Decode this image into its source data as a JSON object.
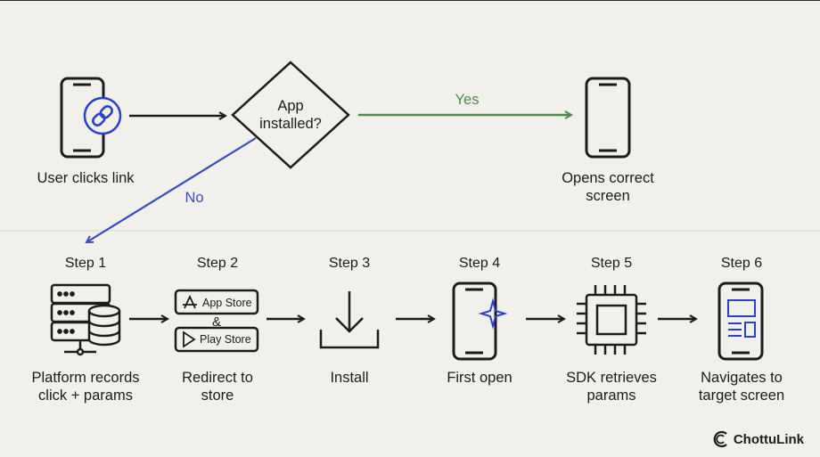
{
  "flow": {
    "user_clicks_link": "User clicks link",
    "decision": "App\ninstalled?",
    "yes": "Yes",
    "no": "No",
    "opens_correct_screen": "Opens correct\nscreen"
  },
  "steps": [
    {
      "step": "Step 1",
      "label": "Platform records\nclick + params",
      "icon": "server-database-icon"
    },
    {
      "step": "Step 2",
      "label": "Redirect to\nstore",
      "icon": "app-store-play-store-icon"
    },
    {
      "step": "Step 3",
      "label": "Install",
      "icon": "download-icon"
    },
    {
      "step": "Step 4",
      "label": "First open",
      "icon": "phone-sparkle-icon"
    },
    {
      "step": "Step 5",
      "label": "SDK retrieves\nparams",
      "icon": "chip-icon"
    },
    {
      "step": "Step 6",
      "label": "Navigates to\ntarget screen",
      "icon": "phone-screen-icon"
    }
  ],
  "store_badges": {
    "app_store": "App Store",
    "ampersand": "&",
    "play_store": "Play Store"
  },
  "brand": {
    "name": "ChottuLink"
  },
  "colors": {
    "yes": "#4f8a4b",
    "no": "#3a4db8",
    "link_icon": "#2d3fc7",
    "sparkle": "#2d3fc7",
    "ink": "#1c1c1c"
  }
}
